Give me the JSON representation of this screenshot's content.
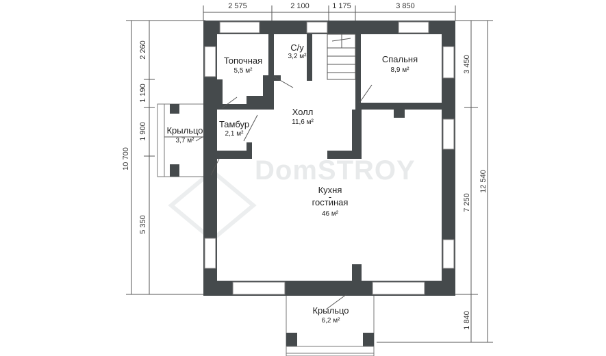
{
  "dimensions": {
    "top": [
      "2 575",
      "2 100",
      "1 175",
      "3 850"
    ],
    "left_outer": "10 700",
    "left_inner": [
      "2 260",
      "1 190",
      "1 900",
      "5 350"
    ],
    "right_outer": "12 540",
    "right_inner": [
      "3 450",
      "7 250",
      "1 840"
    ]
  },
  "rooms": {
    "topochnaya": {
      "name": "Топочная",
      "area": "5,5 м²"
    },
    "su": {
      "name": "С/у",
      "area": "3,2 м²"
    },
    "spalnya": {
      "name": "Спальня",
      "area": "8,9 м²"
    },
    "holl": {
      "name": "Холл",
      "area": "11,6 м²"
    },
    "tambur": {
      "name": "Тамбур",
      "area": "2,1 м²"
    },
    "krylco_side": {
      "name": "Крыльцо",
      "area": "3,7 м²"
    },
    "kuhnya": {
      "name_line1": "Кухня",
      "name_line2": "-",
      "name_line3": "гостиная",
      "area": "46 м²"
    },
    "krylco_front": {
      "name": "Крыльцо",
      "area": "6,2 м²"
    }
  },
  "watermark": "DomSTROY",
  "colors": {
    "wall": "#454a4c",
    "line": "#555555"
  }
}
